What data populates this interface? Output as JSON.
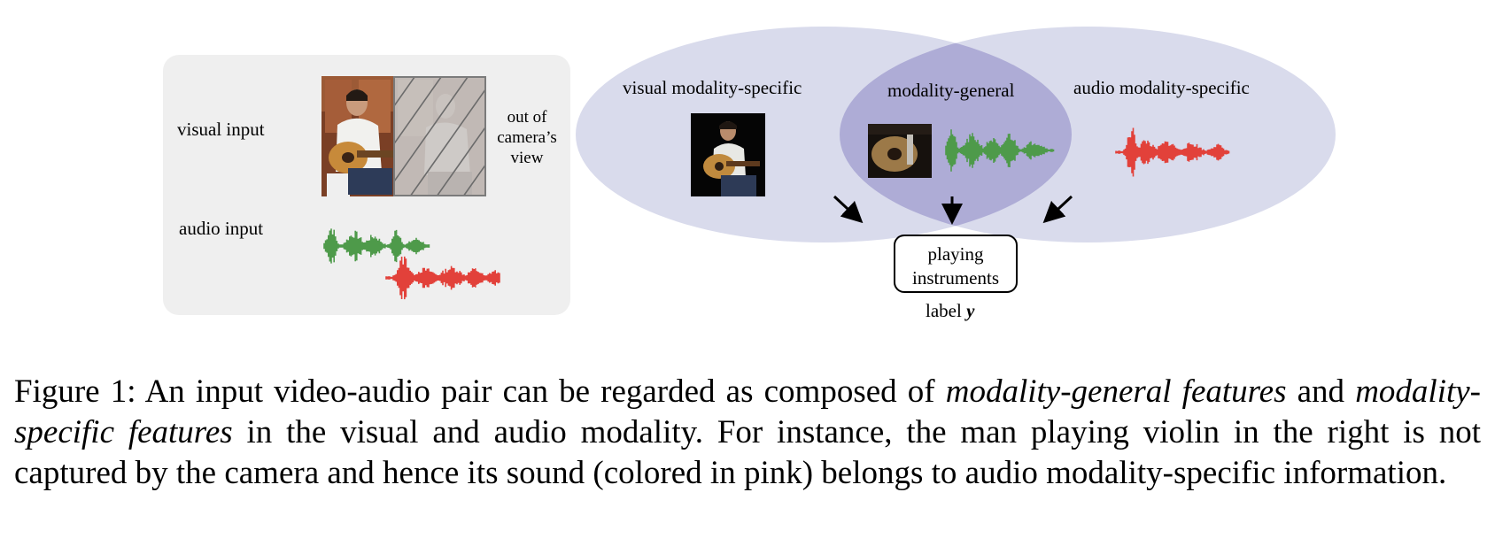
{
  "figure": {
    "input_panel": {
      "visual_input_label": "visual input",
      "audio_input_label": "audio input",
      "occluded_note_lines": [
        "out of",
        "camera’s",
        "view"
      ]
    },
    "venn": {
      "visual_specific_label": "visual modality-specific",
      "general_label": "modality-general",
      "audio_specific_label": "audio modality-specific"
    },
    "label_box": {
      "lines": [
        "playing",
        "instruments"
      ],
      "caption_text": "label ",
      "caption_var": "y"
    },
    "colors": {
      "panel_bg": "#efefef",
      "ellipse": "#d9dbec",
      "overlap": "#aeacd6",
      "audio_general": "#4e9a4a",
      "audio_specific": "#e2413a"
    }
  },
  "caption": {
    "prefix": "Figure 1: An input video-audio pair can be regarded as composed of ",
    "term1": "modality-general features",
    "mid1": " and ",
    "term2": "modality-specific features",
    "rest": " in the visual and audio modality. For instance, the man playing violin in the right is not captured by the camera and hence its sound (colored in pink) belongs to audio modality-specific information."
  }
}
